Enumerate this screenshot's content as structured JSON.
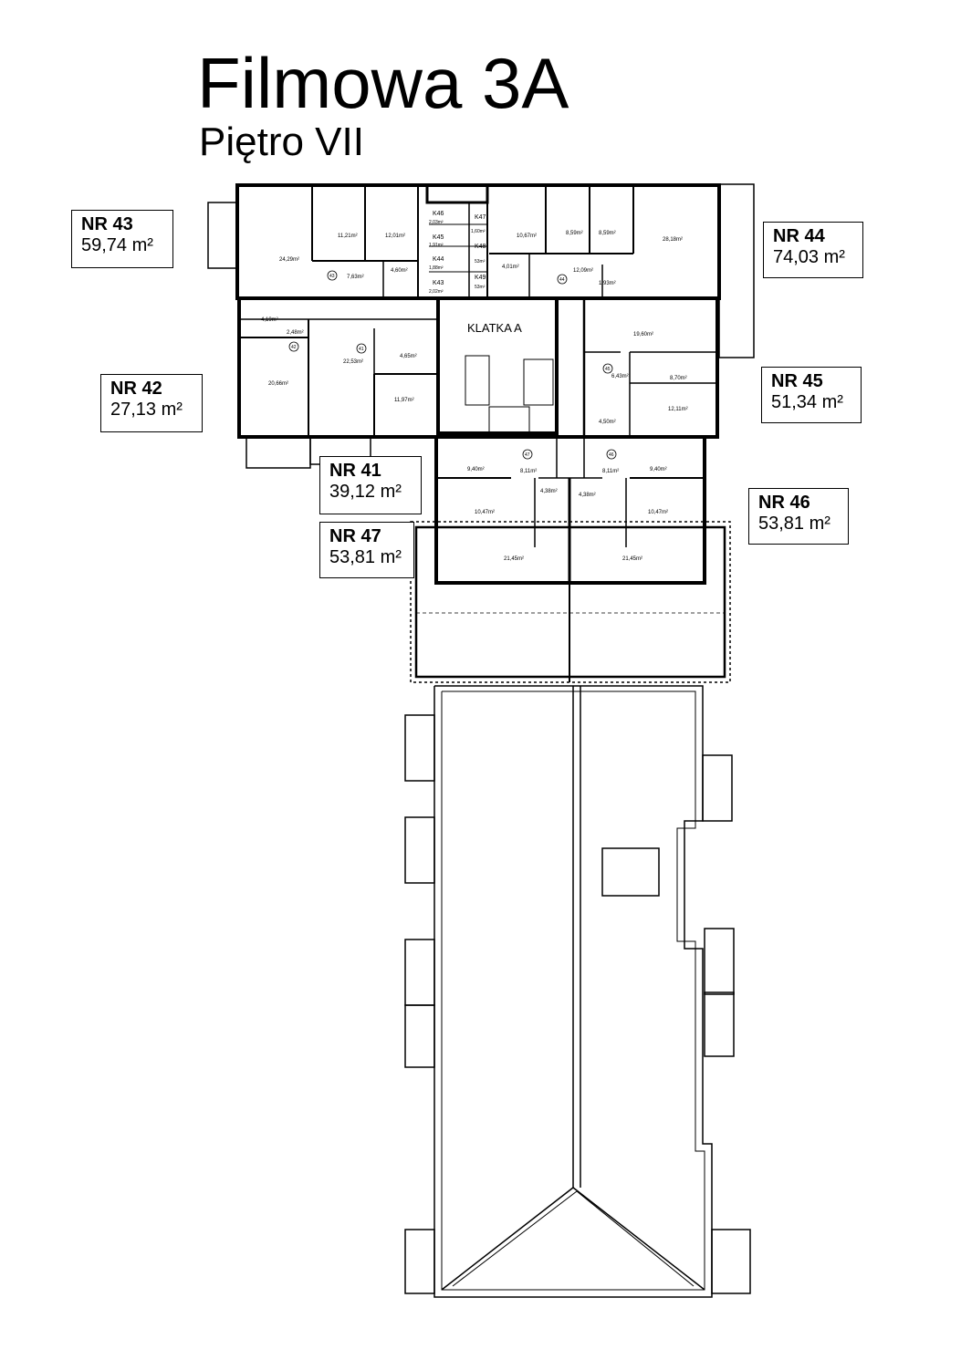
{
  "header": {
    "title": "Filmowa 3A",
    "subtitle": "Piętro VII"
  },
  "apartments": [
    {
      "nr": "NR 43",
      "area": "59,74 m²"
    },
    {
      "nr": "NR 44",
      "area": "74,03 m²"
    },
    {
      "nr": "NR 42",
      "area": "27,13 m²"
    },
    {
      "nr": "NR 45",
      "area": "51,34 m²"
    },
    {
      "nr": "NR 41",
      "area": "39,12 m²"
    },
    {
      "nr": "NR 46",
      "area": "53,81 m²"
    },
    {
      "nr": "NR 47",
      "area": "53,81 m²"
    }
  ],
  "plan": {
    "staircase_label": "KLATKA A",
    "storage_labels": [
      "K46",
      "K45",
      "K44",
      "K43",
      "K47",
      "K48",
      "K49"
    ],
    "storage_areas": [
      "2,03m²",
      "1,91m²",
      "1,88m²",
      "2,02m²",
      "1,60m²",
      "53m²",
      "53m²"
    ],
    "room_areas": [
      "11,21m²",
      "12,01m²",
      "24,29m²",
      "4,60m²",
      "7,63m²",
      "10,67m²",
      "8,59m²",
      "8,59m²",
      "28,18m²",
      "4,01m²",
      "12,09m²",
      "1,93m²",
      "4,19m²",
      "2,48m²",
      "20,66m²",
      "22,53m²",
      "4,65m²",
      "11,97m²",
      "19,60m²",
      "6,43m²",
      "8,70m²",
      "12,11m²",
      "4,50m²",
      "9,40m²",
      "8,11m²",
      "8,11m²",
      "9,40m²",
      "4,38m²",
      "4,38m²",
      "10,47m²",
      "10,47m²",
      "21,45m²",
      "21,45m²"
    ],
    "unit_markers": [
      "43",
      "44",
      "42",
      "41",
      "45",
      "47",
      "46"
    ]
  }
}
